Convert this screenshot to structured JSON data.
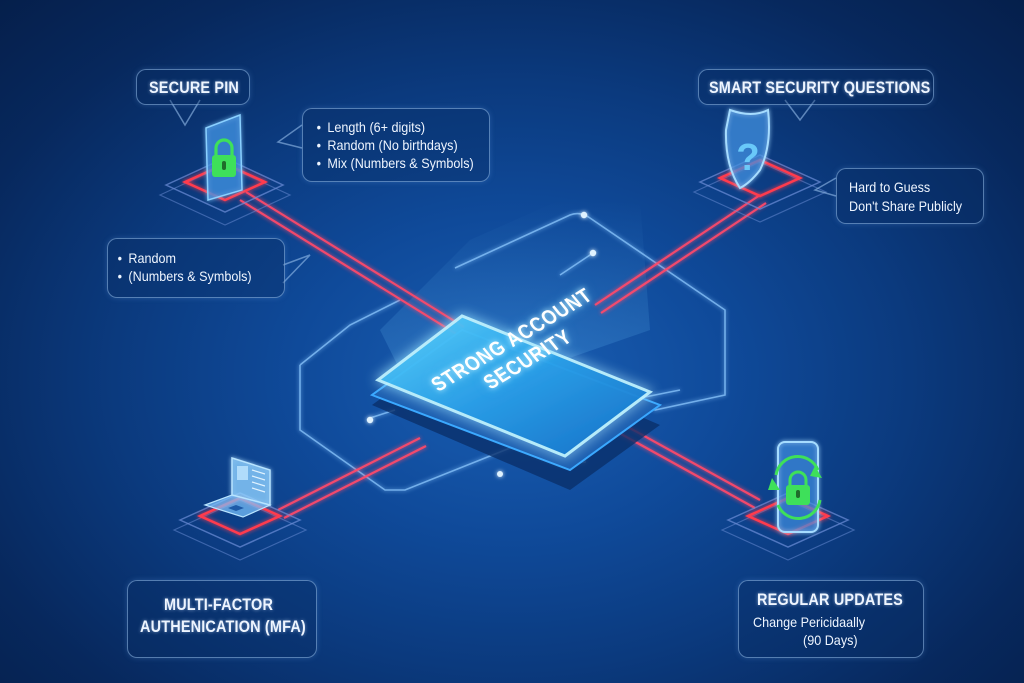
{
  "center": {
    "line1": "STRONG ACCOUNT",
    "line2": "SECURITY"
  },
  "nodes": {
    "secure_pin": {
      "title": "SECURE PIN",
      "icon": "padlock-card-icon",
      "details": [
        "Length (6+ digits)",
        "Random (No birthdays)",
        "Mix (Numbers & Symbols)"
      ],
      "extra_details": [
        "Random",
        "(Numbers & Symbols)"
      ]
    },
    "security_questions": {
      "title": "SMART SECURITY QUESTIONS",
      "icon": "shield-question-icon",
      "details": [
        "Hard to Guess",
        "Don't Share Publicly"
      ]
    },
    "mfa": {
      "title_line1": "MULTI-FACTOR",
      "title_line2": "AUTHENICATION (MFA)",
      "icon": "laptop-icon"
    },
    "regular_updates": {
      "title": "REGULAR UPDATES",
      "detail_line1": "Change Pericidaally",
      "detail_line2": "(90 Days)",
      "icon": "phone-lock-refresh-icon"
    }
  },
  "colors": {
    "background_dark": "#051f4b",
    "background_mid": "#0f4a9a",
    "connector_red": "#ff4a6a",
    "platform_red": "#ff3b4e",
    "circuit_blue": "#8cc8ff",
    "center_glow": "#5fd8ff",
    "lock_green": "#3ee05a"
  }
}
